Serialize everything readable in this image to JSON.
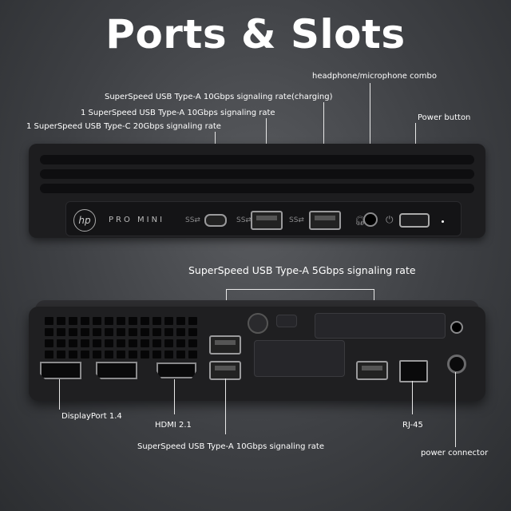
{
  "title": "Ports & Slots",
  "front_labels": {
    "usb_a_charging": "SuperSpeed USB Type-A 10Gbps signaling rate(charging)",
    "usb_a_10": "1 SuperSpeed USB Type-A 10Gbps signaling rate",
    "usb_c": "1 SuperSpeed USB Type-C 20Gbps signaling rate",
    "headphone": "headphone/microphone combo",
    "power_button": "Power button"
  },
  "front_device": {
    "brand": "hp",
    "model": "PRO MINI"
  },
  "rear_labels": {
    "usb_5g": "SuperSpeed USB Type-A 5Gbps signaling rate",
    "displayport": "DisplayPort 1.4",
    "hdmi": "HDMI 2.1",
    "usb_10g": "SuperSpeed USB Type-A 10Gbps signaling rate",
    "rj45": "RJ-45",
    "power_connector": "power connector"
  },
  "icons": {
    "usb_c": "usb-ss-20-icon",
    "usb_a": "usb-ss-10-icon",
    "headset": "headset-icon",
    "power": "power-icon"
  }
}
